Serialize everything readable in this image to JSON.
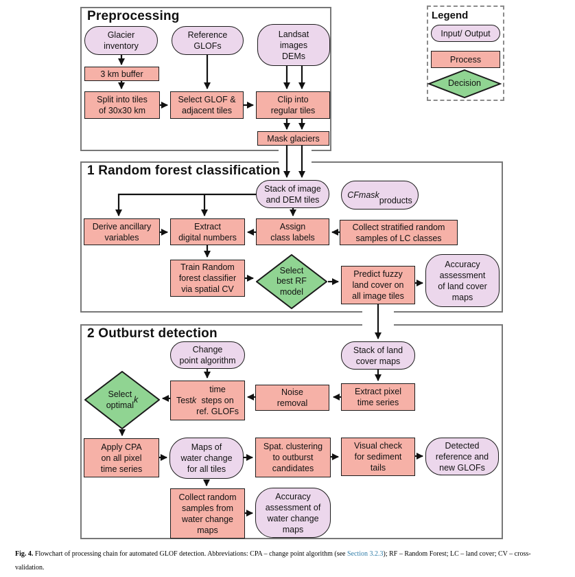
{
  "figure": {
    "sections": {
      "preprocessing": {
        "title": "Preprocessing"
      },
      "rf_classification": {
        "title": "1 Random forest classification"
      },
      "outburst_detection": {
        "title": "2 Outburst detection"
      }
    },
    "legend": {
      "title": "Legend",
      "input_output_label": "Input/ Output",
      "process_label": "Process",
      "decision_label": "Decision"
    },
    "nodes": {
      "glacier_inventory": {
        "label": "Glacier\ninventory",
        "type": "input_output"
      },
      "reference_glofs": {
        "label": "Reference\nGLOFs",
        "type": "input_output"
      },
      "landsat_dems": {
        "label": "Landsat\nimages\nDEMs",
        "type": "input_output"
      },
      "buffer_3km": {
        "label": "3 km buffer",
        "type": "process"
      },
      "split_tiles": {
        "label": "Split into tiles\nof 30x30 km",
        "type": "process"
      },
      "select_glof_tiles": {
        "label": "Select GLOF &\nadjacent tiles",
        "type": "process"
      },
      "clip_tiles": {
        "label": "Clip into\nregular tiles",
        "type": "process"
      },
      "mask_glaciers": {
        "label": "Mask glaciers",
        "type": "process"
      },
      "stack_image_dem": {
        "label": "Stack of image\nand DEM tiles",
        "type": "input_output"
      },
      "cfmask": {
        "label_italic": "CFmask",
        "label_rest": "\nproducts",
        "type": "input_output"
      },
      "derive_ancillary": {
        "label": "Derive ancillary\nvariables",
        "type": "process"
      },
      "extract_digital_numbers": {
        "label": "Extract\ndigital numbers",
        "type": "process"
      },
      "assign_class_labels": {
        "label": "Assign\nclass labels",
        "type": "process"
      },
      "collect_stratified": {
        "label": "Collect stratified random\nsamples of LC classes",
        "type": "process"
      },
      "train_rf": {
        "label": "Train Random\nforest classifier\nvia spatial CV",
        "type": "process"
      },
      "select_best_rf": {
        "label": "Select\nbest RF\nmodel",
        "type": "decision"
      },
      "predict_fuzzy": {
        "label": "Predict fuzzy\nland cover on\nall image tiles",
        "type": "process"
      },
      "accuracy_land_cover": {
        "label": "Accuracy\nassessment\nof land cover\nmaps",
        "type": "input_output"
      },
      "change_point_algorithm": {
        "label": "Change\npoint algorithm",
        "type": "input_output"
      },
      "stack_land_cover": {
        "label": "Stack of land\ncover maps",
        "type": "input_output"
      },
      "select_optimal_k": {
        "label_pre": "Select\noptimal\n",
        "label_italic": "k",
        "type": "decision"
      },
      "test_k_steps": {
        "label_pre": "Test ",
        "label_italic": "k",
        "label_post": " time\nsteps on\nref. GLOFs",
        "type": "process"
      },
      "noise_removal": {
        "label": "Noise\nremoval",
        "type": "process"
      },
      "extract_pixel_ts": {
        "label": "Extract pixel\ntime series",
        "type": "process"
      },
      "apply_cpa": {
        "label": "Apply CPA\non all pixel\ntime series",
        "type": "process"
      },
      "maps_water_change": {
        "label": "Maps of\nwater change\nfor all tiles",
        "type": "input_output"
      },
      "spatial_clustering": {
        "label": "Spat. clustering\nto outburst\ncandidates",
        "type": "process"
      },
      "visual_check": {
        "label": "Visual check\nfor sediment\ntails",
        "type": "process"
      },
      "detected_glofs": {
        "label": "Detected\nreference and\nnew GLOFs",
        "type": "input_output"
      },
      "collect_random_samples": {
        "label": "Collect random\nsamples from\nwater change\nmaps",
        "type": "process"
      },
      "accuracy_water_change": {
        "label": "Accuracy\nassessment of\nwater change\nmaps",
        "type": "input_output"
      }
    },
    "caption": {
      "fig_label": "Fig. 4.",
      "text_before_link": " Flowchart of processing chain for automated GLOF detection. Abbreviations: CPA – change point algorithm (see ",
      "link": "Section 3.2.3",
      "text_after_link": "); RF – Random Forest; LC – land cover; CV – cross-",
      "line2": "validation."
    },
    "colors": {
      "input_output_fill": "#ecd7ec",
      "process_fill": "#f6b1a7",
      "decision_fill": "#90d492",
      "node_border": "#1a1a1a",
      "section_border": "#777777",
      "link": "#2e7ca8"
    }
  }
}
